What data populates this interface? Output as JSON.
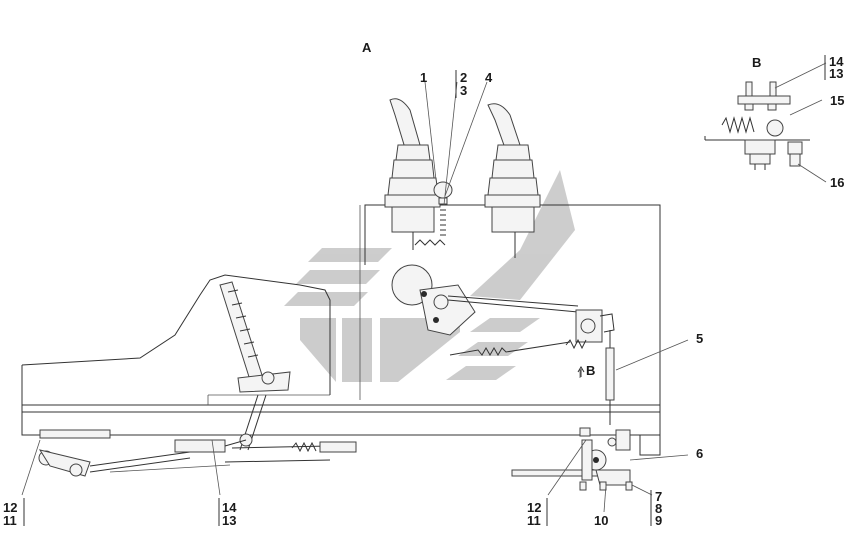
{
  "view_labels": {
    "view_a": "A",
    "view_b_detail": "B",
    "view_b_arrow": "B"
  },
  "callouts": {
    "c1": "1",
    "c2": "2",
    "c3": "3",
    "c4": "4",
    "c5": "5",
    "c6": "6",
    "c7": "7",
    "c8": "8",
    "c9": "9",
    "c10": "10",
    "c11_left": "11",
    "c12_left": "12",
    "c11_right": "11",
    "c12_right": "12",
    "c13_left": "13",
    "c14_left": "14",
    "c13_detail": "13",
    "c14_detail": "14",
    "c15": "15",
    "c16": "16"
  },
  "colors": {
    "watermark": "#bdbdbd",
    "lines": "#333333"
  }
}
